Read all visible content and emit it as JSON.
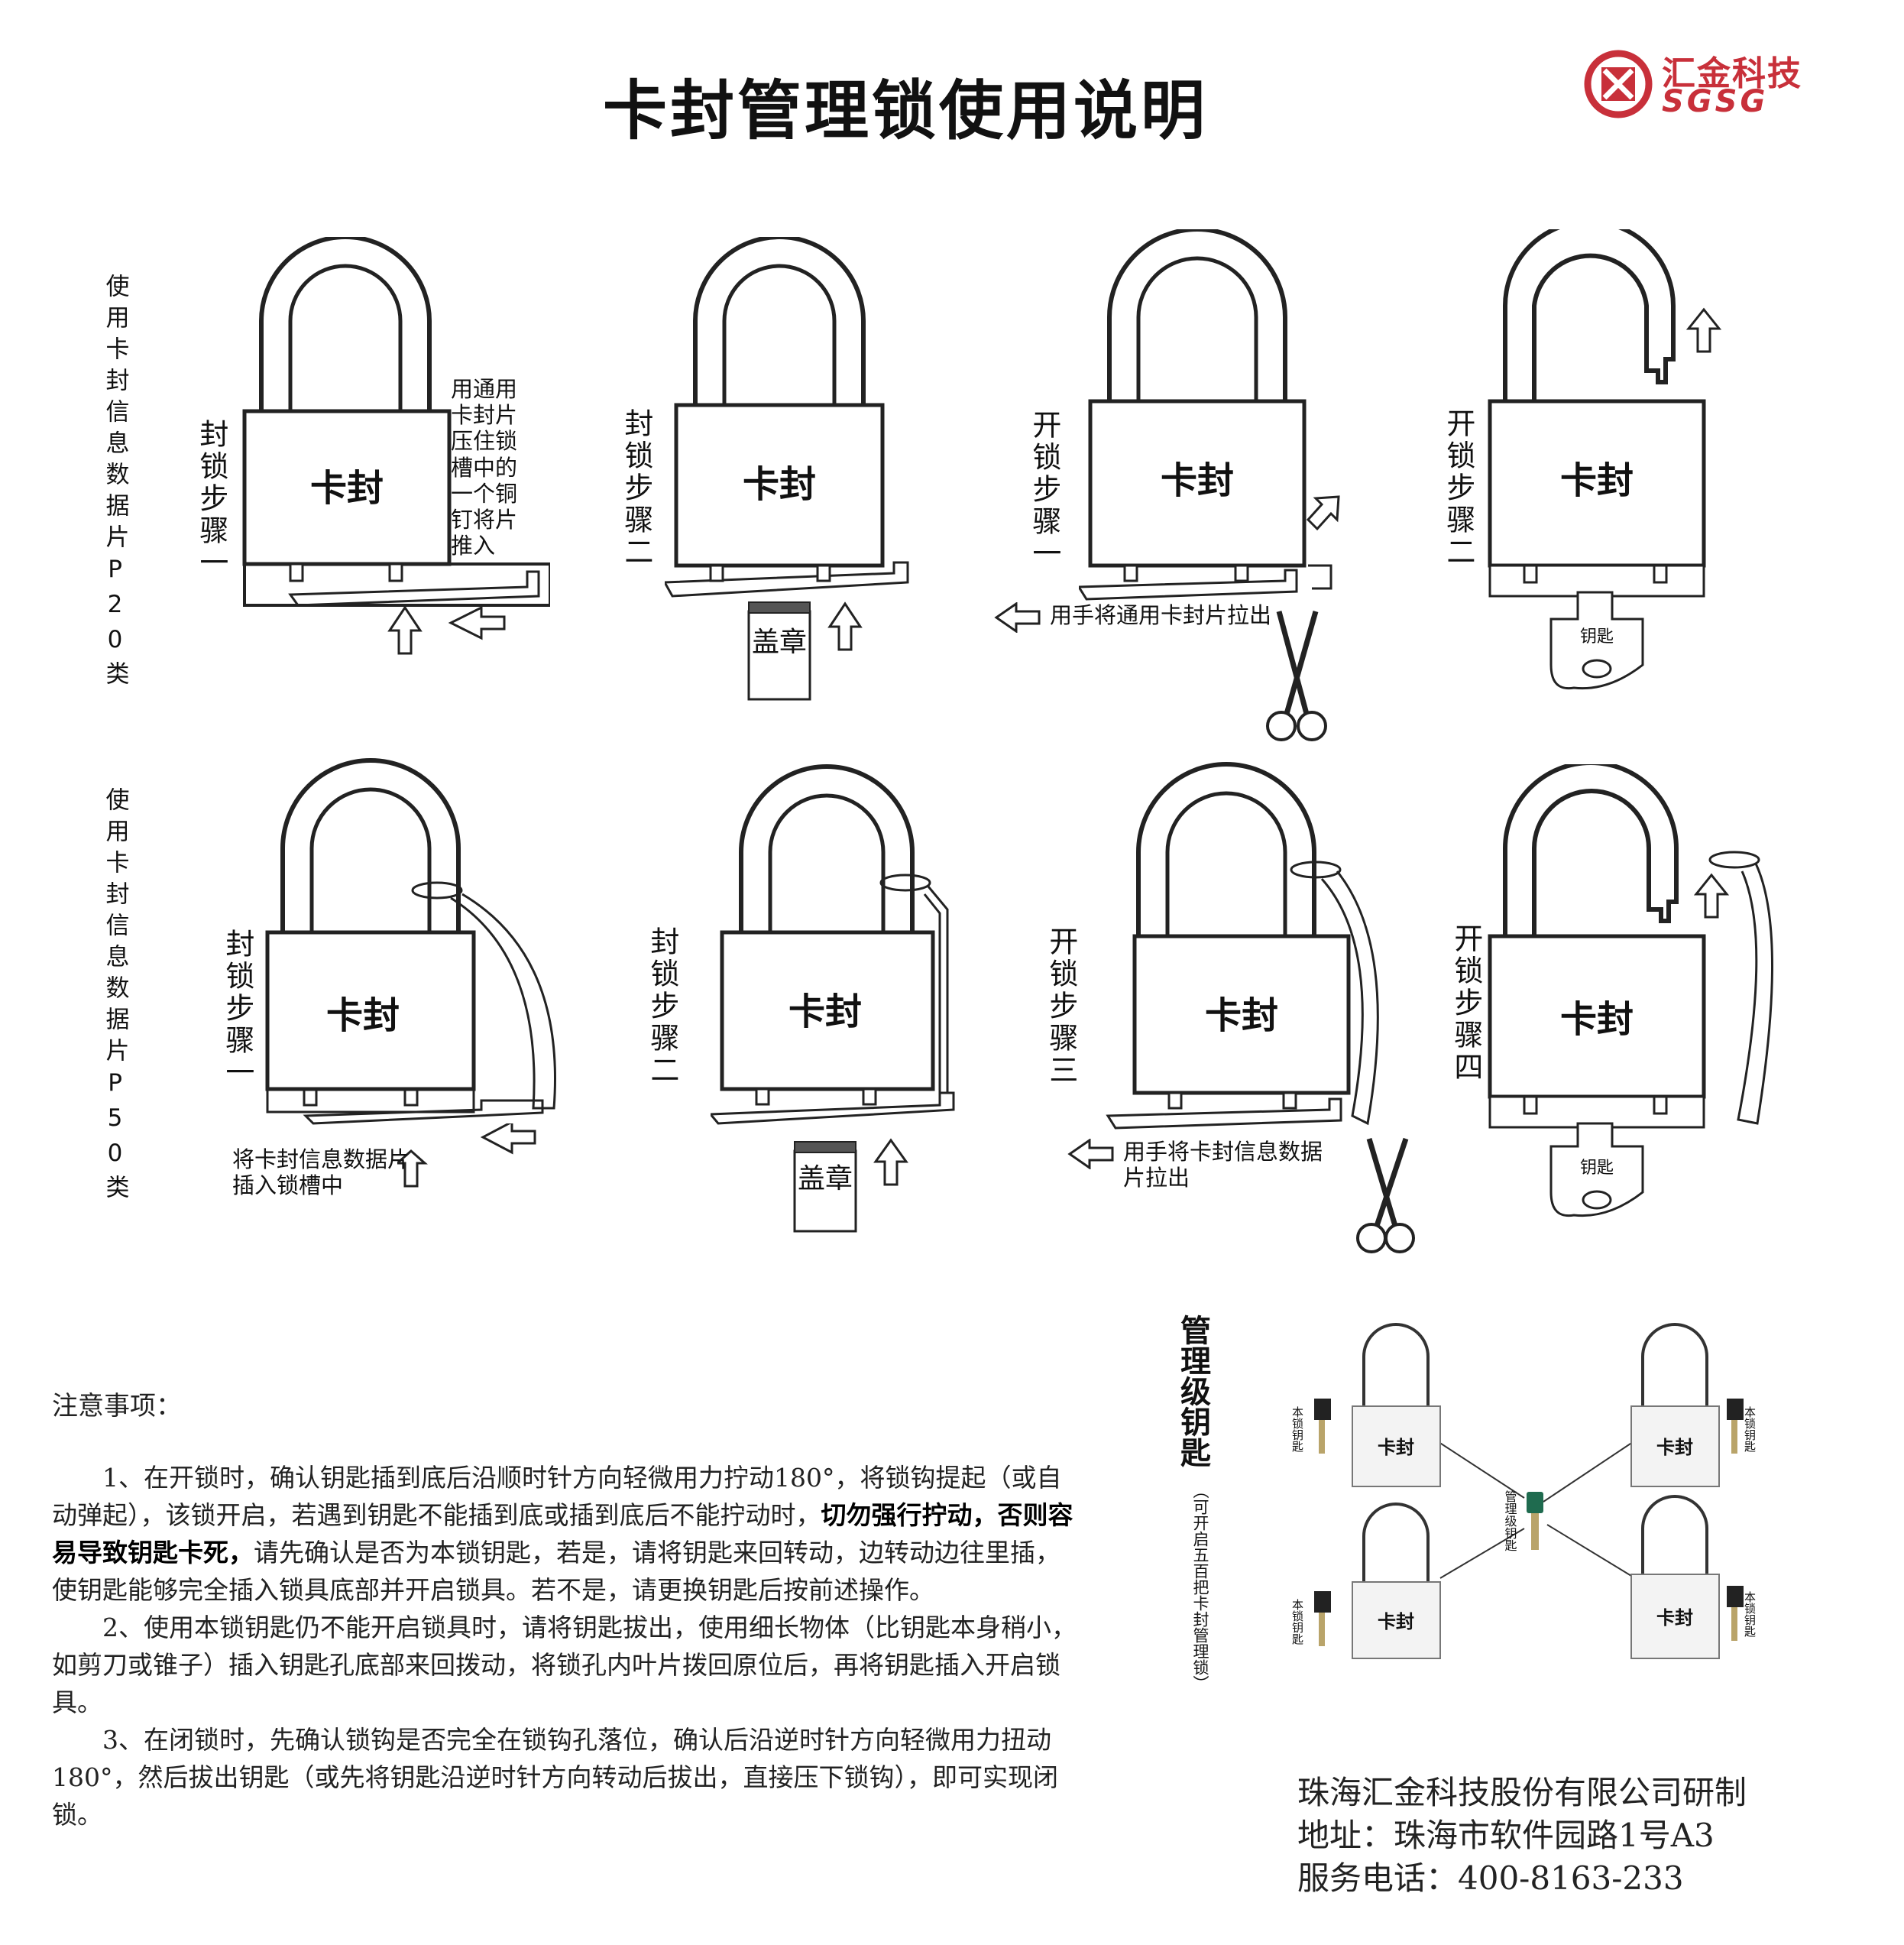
{
  "title": "卡封管理锁使用说明",
  "logo": {
    "cn": "汇金科技",
    "en": "SGSG",
    "accent": "#c8303a"
  },
  "lock_face_text": "卡封",
  "key_text": "钥匙",
  "stamp_text": "盖章",
  "row1": {
    "side_label": "使用卡封信息数据片P20类",
    "steps": [
      "封锁步骤一",
      "封锁步骤二",
      "开锁步骤一",
      "开锁步骤二"
    ],
    "note_push": "用通用卡封片压住锁槽中的一个铜钉将片推入",
    "note_pull": "用手将通用卡封片拉出"
  },
  "row2": {
    "side_label": "使用卡封信息数据片P50类",
    "steps": [
      "封锁步骤一",
      "封锁步骤二",
      "开锁步骤三",
      "开锁步骤四"
    ],
    "note_insert": "将卡封信息数据片插入锁槽中",
    "note_pull": "用手将卡封信息数据片拉出"
  },
  "management": {
    "title": "管理级钥匙",
    "subtitle": "（可开启五百把卡封管理锁）",
    "center_key_label": "管理级钥匙",
    "lock_key_label": "本锁钥匙"
  },
  "notes": {
    "title": "注意事项：",
    "p1_before": "1、在开锁时，确认钥匙插到底后沿顺时针方向轻微用力拧动180°，将锁钩提起（或自动弹起），该锁开启，若遇到钥匙不能插到底或插到底后不能拧动时，",
    "p1_bold": "切勿强行拧动，否则容易导致钥匙卡死，",
    "p1_after": "请先确认是否为本锁钥匙，若是，请将钥匙来回转动，边转动边往里插，使钥匙能够完全插入锁具底部并开启锁具。若不是，请更换钥匙后按前述操作。",
    "p2": "2、使用本锁钥匙仍不能开启锁具时，请将钥匙拔出，使用细长物体（比钥匙本身稍小，如剪刀或锥子）插入钥匙孔底部来回拨动，将锁孔内叶片拨回原位后，再将钥匙插入开启锁具。",
    "p3": "3、在闭锁时，先确认锁钩是否完全在锁钩孔落位，确认后沿逆时针方向轻微用力扭动180°，然后拔出钥匙（或先将钥匙沿逆时针方向转动后拔出，直接压下锁钩），即可实现闭锁。"
  },
  "footer": {
    "company": "珠海汇金科技股份有限公司研制",
    "address": "地址：珠海市软件园路1号A3",
    "phone": "服务电话：400-8163-233"
  }
}
